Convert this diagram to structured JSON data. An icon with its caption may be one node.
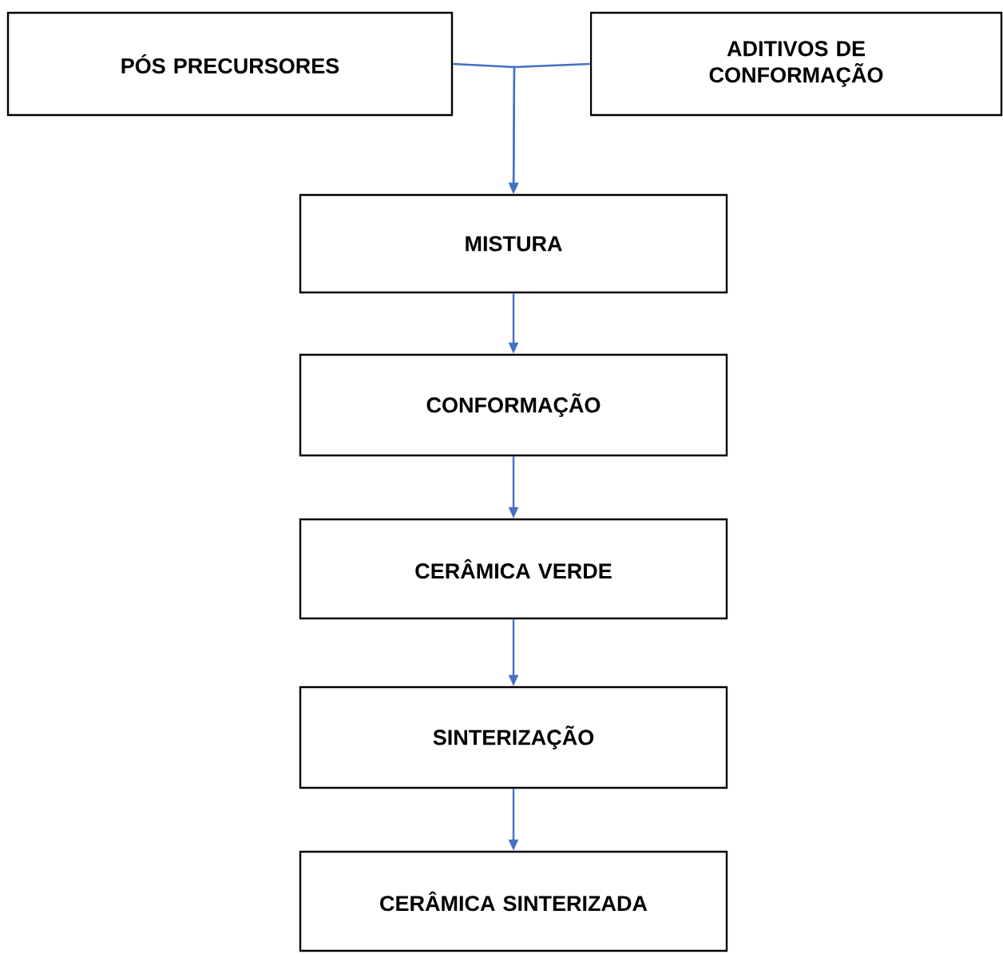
{
  "diagram": {
    "nodes": [
      {
        "text": [
          "PÓS PRECURSORES"
        ]
      },
      {
        "text": [
          "ADITIVOS DE CONFORMAÇÃO"
        ]
      },
      {
        "text": [
          "MISTURA"
        ]
      },
      {
        "text": [
          "CONFORMAÇÃO"
        ]
      },
      {
        "text": [
          "CERÂMICA VERDE"
        ]
      },
      {
        "text": [
          "SINTERIZAÇÃO"
        ]
      },
      {
        "text": [
          "CERÂMICA SINTERIZADA"
        ]
      }
    ],
    "edges": [
      {
        "from": 0,
        "to": 2,
        "arrow": "to"
      },
      {
        "from": 1,
        "to": 2,
        "arrow": "to"
      },
      {
        "from": 2,
        "to": 3,
        "arrow": "to"
      },
      {
        "from": 3,
        "to": 4,
        "arrow": "to"
      },
      {
        "from": 4,
        "to": 5,
        "arrow": "to"
      },
      {
        "from": 5,
        "to": 6,
        "arrow": "to"
      }
    ]
  }
}
